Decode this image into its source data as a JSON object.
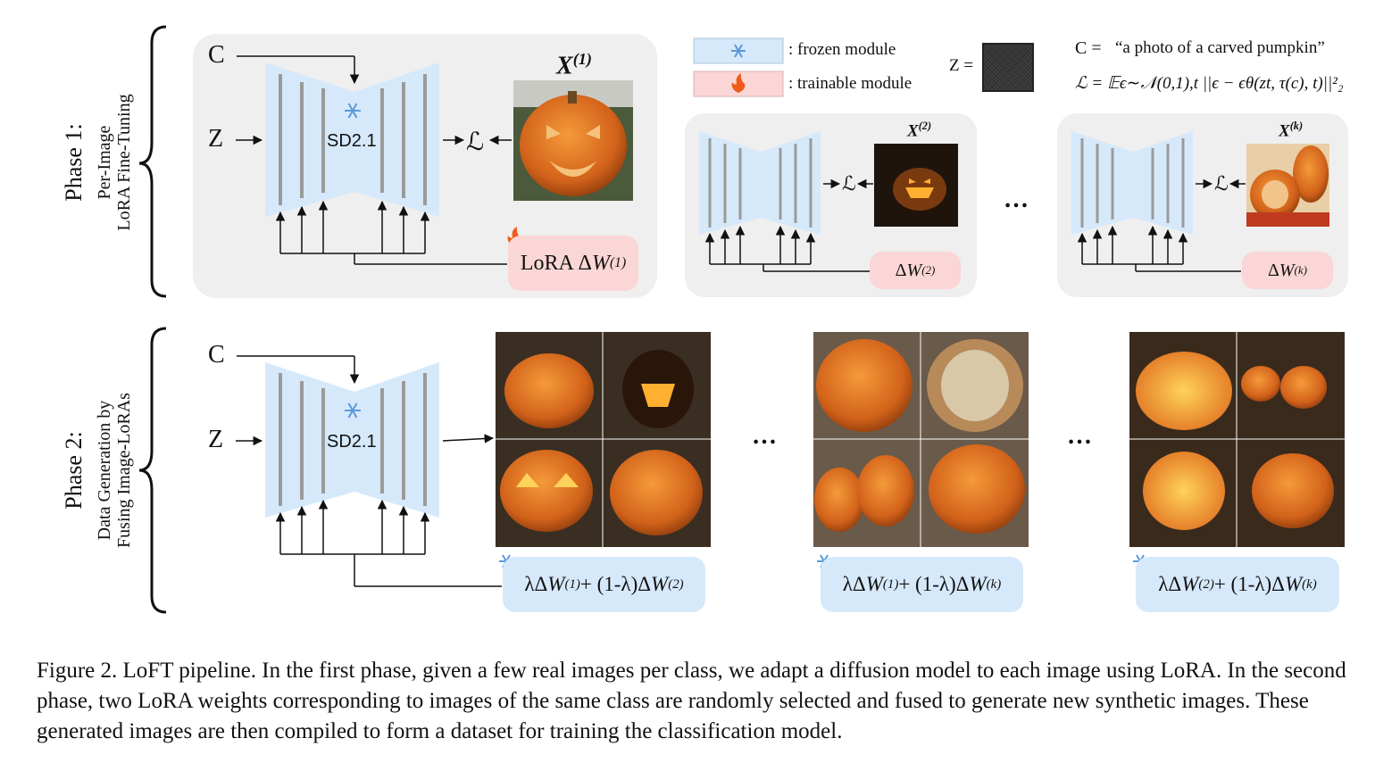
{
  "phase1": {
    "title": "Phase 1:",
    "subtitle_line1": "Per-Image",
    "subtitle_line2": "LoRA Fine-Tuning",
    "cond_label": "C",
    "noise_label": "Z",
    "model_label": "SD2.1",
    "loss_symbol": "ℒ",
    "image1_label_base": "X",
    "image1_label_sup": "(1)",
    "image2_label_sup": "(2)",
    "imagek_label_sup": "(k)",
    "lora1_prefix": "LoRA Δ",
    "lora_w": "W",
    "lora1_sup": "(1)",
    "lora2_prefix": "Δ",
    "lora2_sup": "(2)",
    "lorak_prefix": "Δ",
    "lorak_sup": "(k)",
    "ellipsis": "…"
  },
  "legend": {
    "frozen": ": frozen module",
    "trainable": ": trainable module",
    "frozen_icon": "snowflake-icon",
    "trainable_icon": "fire-icon",
    "z_eq": "Z =",
    "c_eq": "C =",
    "c_text": "“a photo of a carved pumpkin”",
    "loss_eq": "ℒ = 𝔼ϵ∼𝒩(0,1),t ||ϵ − ϵθ(zt, τ(c), t)||²₂"
  },
  "phase2": {
    "title": "Phase 2:",
    "subtitle_line1": "Data Generation by",
    "subtitle_line2": "Fusing Image-LoRAs",
    "cond_label": "C",
    "noise_label": "Z",
    "model_label": "SD2.1",
    "fuse1": {
      "a": "λΔ",
      "w1": "W",
      "s1": "(1)",
      "mid": " + (1-λ)Δ",
      "w2": "W",
      "s2": "(2)"
    },
    "fuse2": {
      "a": "λΔ",
      "w1": "W",
      "s1": "(1)",
      "mid": " + (1-λ)Δ",
      "w2": "W",
      "s2": "(k)"
    },
    "fuse3": {
      "a": "λΔ",
      "w1": "W",
      "s1": "(2)",
      "mid": " + (1-λ)Δ",
      "w2": "W",
      "s2": "(k)"
    },
    "ellipsis": "…"
  },
  "colors": {
    "frozen": "#d6e9fb",
    "trainable": "#fbd6d6",
    "panel": "#efefef",
    "pumpkin": "#e07020",
    "bar": "#9a9a9a"
  },
  "caption": "Figure 2. LoFT pipeline. In the first phase, given a few real images per class, we adapt a diffusion model to each image using LoRA. In the second phase, two LoRA weights corresponding to images of the same class are randomly selected and fused to generate new synthetic images. These generated images are then compiled to form a dataset for training the classification model."
}
